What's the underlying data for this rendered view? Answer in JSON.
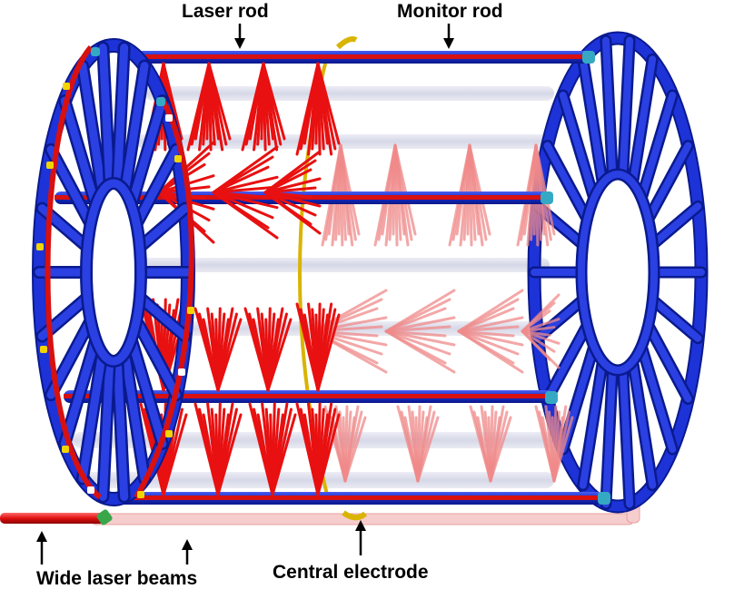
{
  "labels": {
    "laser_rod": "Laser rod",
    "monitor_rod": "Monitor rod",
    "wide_laser_beams": "Wide laser beams",
    "central_electrode": "Central electrode"
  },
  "colors": {
    "wheel_blue": "#1630d6",
    "wheel_dark": "#0a1a8f",
    "laser_red": "#e81010",
    "laser_faint": "#f08a8a",
    "electrode_yellow": "#d9b400",
    "ghost_rod": "#c8cbe0",
    "guide_pink": "#f4b8b8",
    "connector_cyan": "#3fb7c9"
  }
}
